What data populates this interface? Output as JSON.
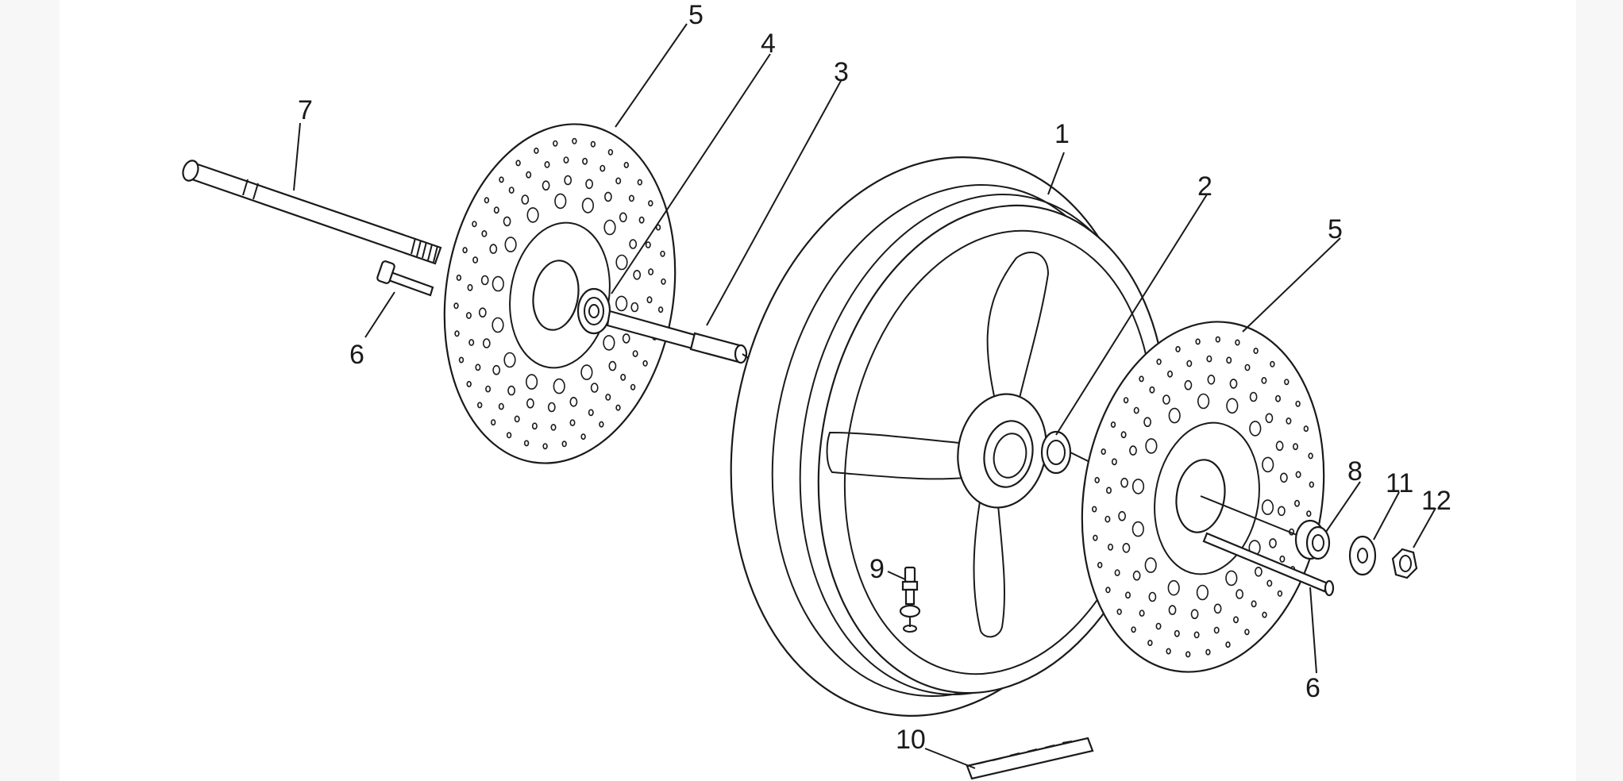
{
  "callouts": [
    {
      "id": "1",
      "label": "1"
    },
    {
      "id": "2",
      "label": "2"
    },
    {
      "id": "3",
      "label": "3"
    },
    {
      "id": "4",
      "label": "4"
    },
    {
      "id": "5a",
      "label": "5"
    },
    {
      "id": "5b",
      "label": "5"
    },
    {
      "id": "6a",
      "label": "6"
    },
    {
      "id": "6b",
      "label": "6"
    },
    {
      "id": "7",
      "label": "7"
    },
    {
      "id": "8",
      "label": "8"
    },
    {
      "id": "9",
      "label": "9"
    },
    {
      "id": "10",
      "label": "10"
    },
    {
      "id": "11",
      "label": "11"
    },
    {
      "id": "12",
      "label": "12"
    }
  ]
}
